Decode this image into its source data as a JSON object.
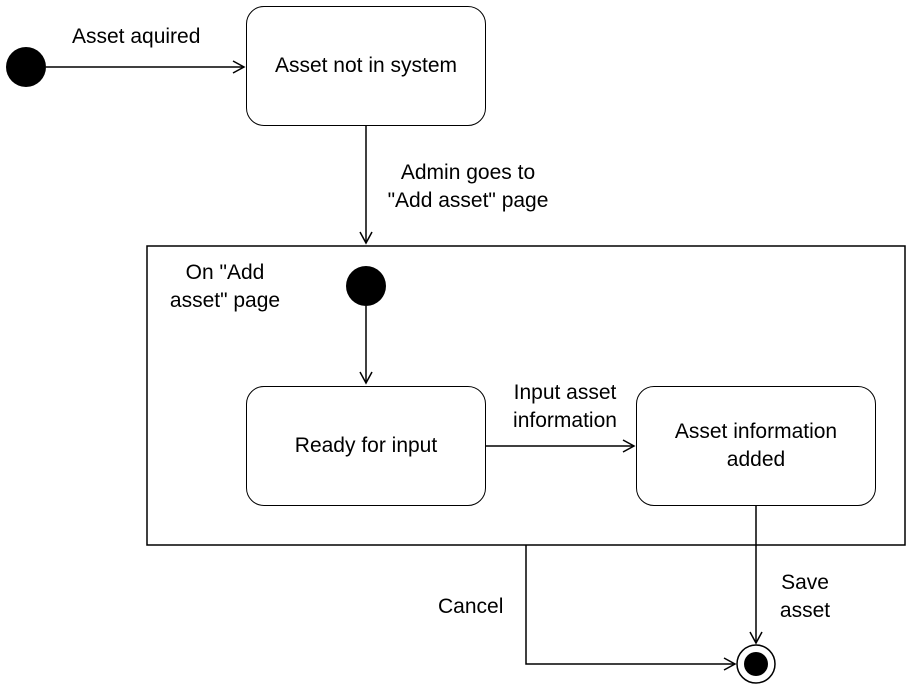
{
  "colors": {
    "stroke": "#000000",
    "fill": "#ffffff"
  },
  "states": {
    "not_in_system": "Asset not in system",
    "ready_for_input": "Ready for input",
    "info_added": "Asset information\nadded"
  },
  "composite": {
    "label": "On \"Add\nasset\" page"
  },
  "transitions": {
    "acquired": "Asset aquired",
    "goes_to_add_page": "Admin goes to\n\"Add asset\" page",
    "input_info": "Input asset\ninformation",
    "save": "Save\nasset",
    "cancel": "Cancel"
  }
}
